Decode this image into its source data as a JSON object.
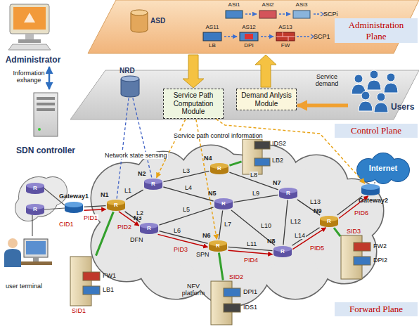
{
  "diagram": {
    "nodes": [
      {
        "text": [
          "Administrator"
        ]
      },
      {
        "text": [
          "ASD"
        ]
      },
      {
        "text": [
          "ASi1"
        ]
      },
      {
        "text": [
          "ASi2"
        ]
      },
      {
        "text": [
          "ASi3"
        ]
      },
      {
        "text": [
          "AS11",
          "LB"
        ]
      },
      {
        "text": [
          "AS12",
          "DPI"
        ]
      },
      {
        "text": [
          "AS13",
          "FW"
        ]
      },
      {
        "text": [
          "Administration Plane"
        ]
      },
      {
        "text": [
          "SDN controller"
        ]
      },
      {
        "text": [
          "NRD"
        ]
      },
      {
        "text": [
          "Service Path Computation Module"
        ]
      },
      {
        "text": [
          "Demand Anlysis Module"
        ]
      },
      {
        "text": [
          "Users"
        ]
      },
      {
        "text": [
          "Control Plane"
        ]
      },
      {
        "text": [
          "N1",
          "R"
        ]
      },
      {
        "text": [
          "N2",
          "R"
        ]
      },
      {
        "text": [
          "N3",
          "R"
        ]
      },
      {
        "text": [
          "N4",
          "R"
        ]
      },
      {
        "text": [
          "N5",
          "R"
        ]
      },
      {
        "text": [
          "N6",
          "R"
        ]
      },
      {
        "text": [
          "N7",
          "R"
        ]
      },
      {
        "text": [
          "N8",
          "R"
        ]
      },
      {
        "text": [
          "N9",
          "R"
        ]
      },
      {
        "text": [
          "Gateway1"
        ]
      },
      {
        "text": [
          "Gateway2"
        ]
      },
      {
        "text": [
          "Internet"
        ]
      },
      {
        "text": [
          "IDS2",
          "LB2"
        ]
      },
      {
        "text": [
          "FW1",
          "LB1",
          "SID1"
        ]
      },
      {
        "text": [
          "SID2",
          "DPI1",
          "IDS1"
        ]
      },
      {
        "text": [
          "SID3",
          "FW2",
          "DPI2"
        ]
      },
      {
        "text": [
          "Forward Plane"
        ]
      }
    ],
    "edges": [
      {
        "from": 0,
        "to": 9,
        "arrow": "both",
        "label": "Information exhange"
      },
      {
        "from": 2,
        "to": 3,
        "arrow": "to"
      },
      {
        "from": 3,
        "to": 4,
        "arrow": "to"
      },
      {
        "from": 5,
        "to": 6,
        "arrow": "to"
      },
      {
        "from": 6,
        "to": 7,
        "arrow": "to"
      },
      {
        "from": 13,
        "to": 12,
        "arrow": "to",
        "label": "Service demand"
      },
      {
        "from": 10,
        "to": 16,
        "arrow": "none"
      },
      {
        "from": 10,
        "to": 15,
        "arrow": "none"
      },
      {
        "from": 11,
        "to": 16,
        "arrow": "to"
      },
      {
        "from": 11,
        "to": 20,
        "arrow": "to"
      },
      {
        "from": 11,
        "to": 25,
        "arrow": "to"
      },
      {
        "from": 15,
        "to": 16,
        "arrow": "none",
        "label": "L1"
      },
      {
        "from": 15,
        "to": 17,
        "arrow": "none",
        "label": "L2"
      },
      {
        "from": 16,
        "to": 18,
        "arrow": "none",
        "label": "L3"
      },
      {
        "from": 16,
        "to": 19,
        "arrow": "none",
        "label": "L4"
      },
      {
        "from": 17,
        "to": 19,
        "arrow": "none",
        "label": "L5"
      },
      {
        "from": 17,
        "to": 20,
        "arrow": "none",
        "label": "L6"
      },
      {
        "from": 19,
        "to": 20,
        "arrow": "none",
        "label": "L7"
      },
      {
        "from": 18,
        "to": 21,
        "arrow": "none",
        "label": "L8"
      },
      {
        "from": 19,
        "to": 21,
        "arrow": "none",
        "label": "L9"
      },
      {
        "from": 19,
        "to": 22,
        "arrow": "none",
        "label": "L10"
      },
      {
        "from": 20,
        "to": 22,
        "arrow": "none",
        "label": "L11"
      },
      {
        "from": 21,
        "to": 22,
        "arrow": "none",
        "label": "L12"
      },
      {
        "from": 21,
        "to": 23,
        "arrow": "none",
        "label": "L13"
      },
      {
        "from": 22,
        "to": 23,
        "arrow": "none",
        "label": "L14"
      },
      {
        "from": 24,
        "to": 15,
        "arrow": "none"
      },
      {
        "from": 23,
        "to": 25,
        "arrow": "none"
      },
      {
        "from": 25,
        "to": 26,
        "arrow": "none"
      },
      {
        "from": 15,
        "to": 28,
        "arrow": "none"
      },
      {
        "from": 20,
        "to": 29,
        "arrow": "none"
      },
      {
        "from": 23,
        "to": 30,
        "arrow": "none"
      },
      {
        "from": 18,
        "to": 27,
        "arrow": "none"
      },
      {
        "from": 24,
        "to": 15,
        "arrow": "to",
        "label": "PID1"
      },
      {
        "from": 15,
        "to": 17,
        "arrow": "to",
        "label": "PID2"
      },
      {
        "from": 17,
        "to": 20,
        "arrow": "to",
        "label": "PID3"
      },
      {
        "from": 20,
        "to": 22,
        "arrow": "to",
        "label": "PID4"
      },
      {
        "from": 22,
        "to": 23,
        "arrow": "to",
        "label": "PID5"
      },
      {
        "from": 23,
        "to": 25,
        "arrow": "to",
        "label": "PID6"
      }
    ],
    "labels": [
      "SCPi",
      "SCP1",
      "Network state sensing",
      "Service path control information",
      "user terminal",
      "CID1",
      "DFN",
      "SPN",
      "NFV platform",
      "R",
      "R"
    ]
  }
}
